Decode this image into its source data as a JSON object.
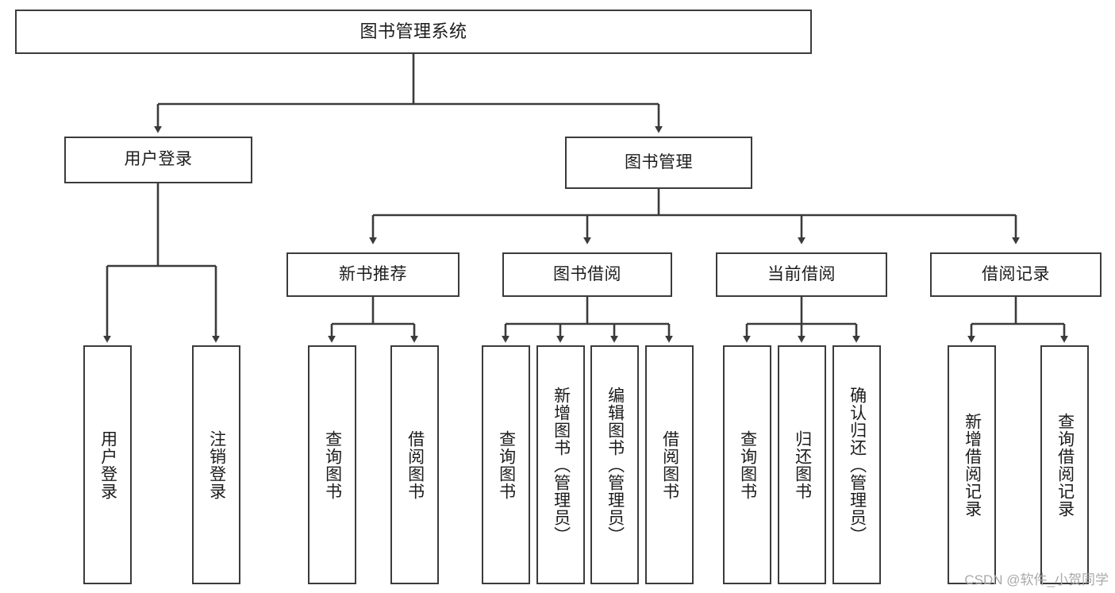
{
  "diagram": {
    "title": "图书管理系统",
    "type": "tree-hierarchy",
    "watermark": "CSDN @软件_小贺同学",
    "colors": {
      "box_border": "#3b3b3b",
      "box_fill": "#ffffff",
      "edge": "#3b3b3b",
      "text": "#1c1c1c",
      "watermark": "#a9a9a9",
      "background": "#ffffff"
    },
    "nodes": {
      "root": {
        "label": "图书管理系统"
      },
      "level2": [
        {
          "id": "user-login",
          "label": "用户登录"
        },
        {
          "id": "book-management",
          "label": "图书管理"
        }
      ],
      "level3": [
        {
          "id": "new-book-recommend",
          "label": "新书推荐"
        },
        {
          "id": "book-borrow",
          "label": "图书借阅"
        },
        {
          "id": "current-borrow",
          "label": "当前借阅"
        },
        {
          "id": "borrow-record",
          "label": "借阅记录"
        }
      ],
      "leaves": {
        "user_login": [
          {
            "id": "leaf-user-login",
            "label": "用户登录"
          },
          {
            "id": "leaf-logout-login",
            "label": "注销登录"
          }
        ],
        "new_book_recommend": [
          {
            "id": "leaf-query-book-1",
            "label": "查询图书"
          },
          {
            "id": "leaf-borrow-book-1",
            "label": "借阅图书"
          }
        ],
        "book_borrow": [
          {
            "id": "leaf-query-book-2",
            "label": "查询图书"
          },
          {
            "id": "leaf-add-book",
            "label": "新增图书（管理员）"
          },
          {
            "id": "leaf-edit-book",
            "label": "编辑图书（管理员）"
          },
          {
            "id": "leaf-borrow-book-2",
            "label": "借阅图书"
          }
        ],
        "current_borrow": [
          {
            "id": "leaf-query-book-3",
            "label": "查询图书"
          },
          {
            "id": "leaf-return-book",
            "label": "归还图书"
          },
          {
            "id": "leaf-confirm-return",
            "label": "确认归还（管理员）"
          }
        ],
        "borrow_record": [
          {
            "id": "leaf-add-record",
            "label": "新增借阅记录"
          },
          {
            "id": "leaf-query-record",
            "label": "查询借阅记录"
          }
        ]
      }
    }
  }
}
